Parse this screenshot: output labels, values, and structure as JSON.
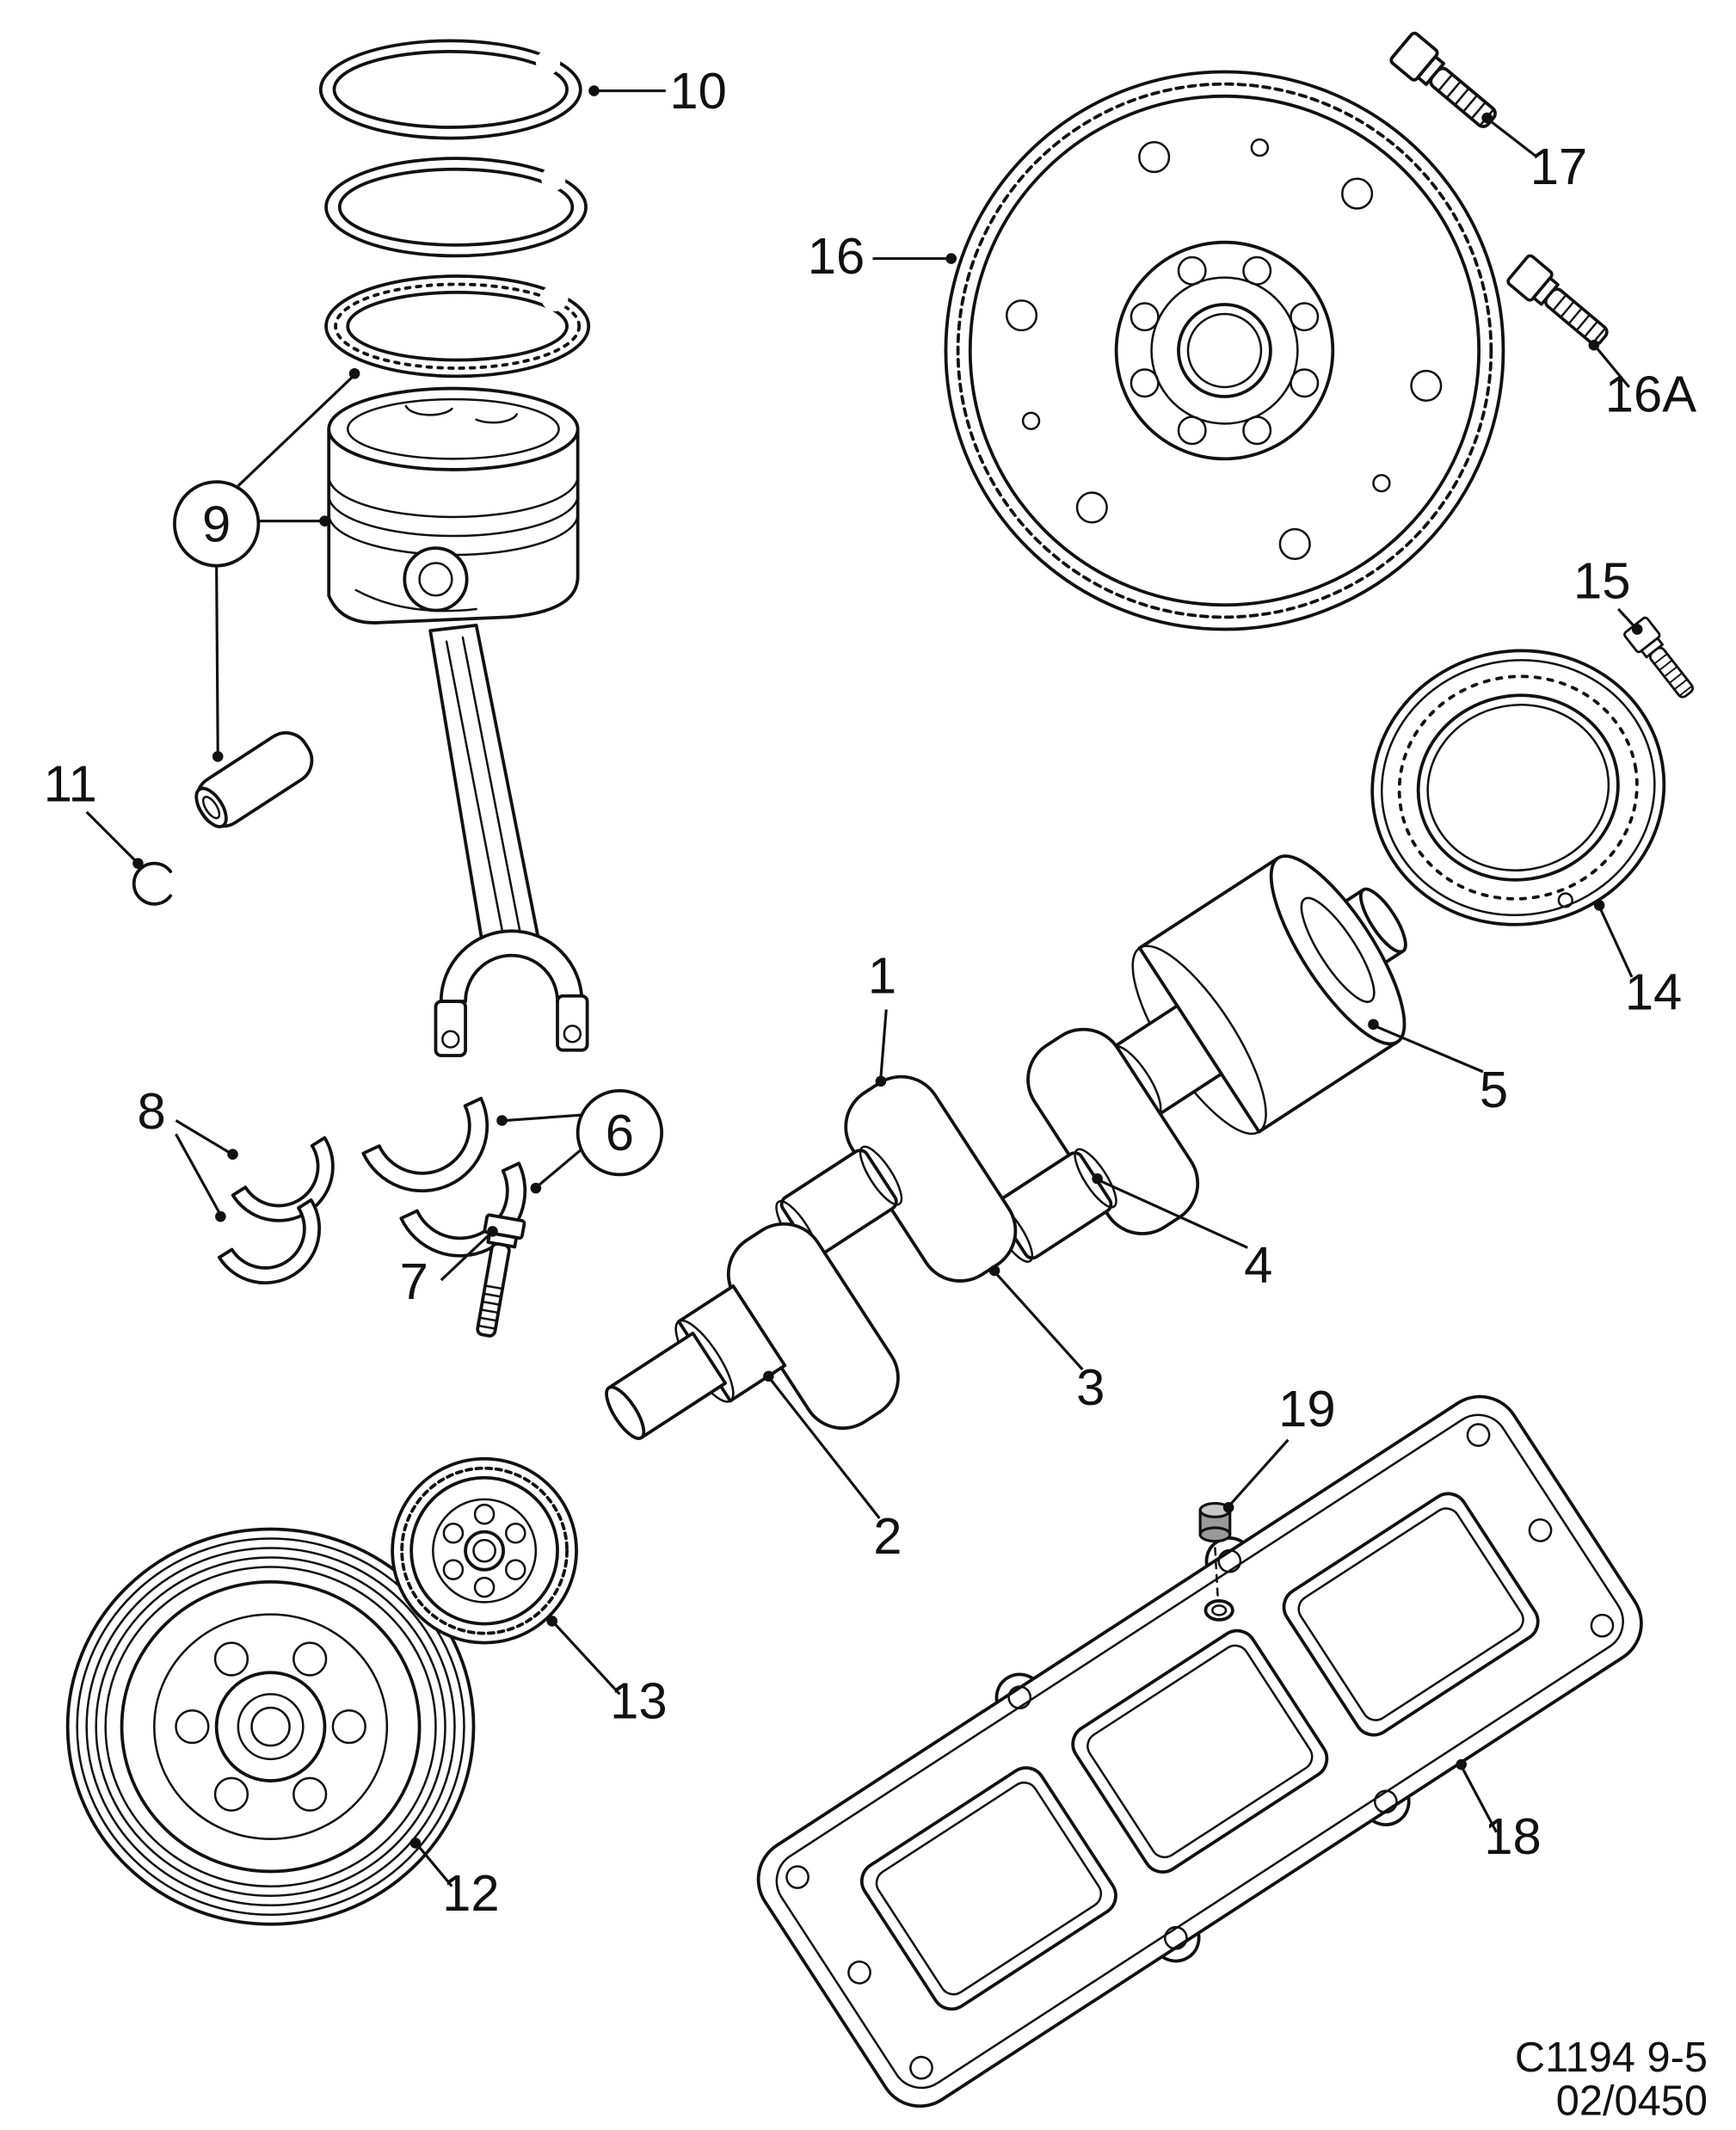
{
  "meta": {
    "ink": "#111111",
    "paper": "#ffffff"
  },
  "labels": {
    "n1": "1",
    "n2": "2",
    "n3": "3",
    "n4": "4",
    "n5": "5",
    "n6": "6",
    "n7": "7",
    "n8": "8",
    "n9": "9",
    "n10": "10",
    "n11": "11",
    "n12": "12",
    "n13": "13",
    "n14": "14",
    "n15": "15",
    "n16": "16",
    "n16a": "16A",
    "n17": "17",
    "n18": "18",
    "n19": "19"
  },
  "footer": {
    "code": "C1194 9-5",
    "date": "02/0450"
  }
}
